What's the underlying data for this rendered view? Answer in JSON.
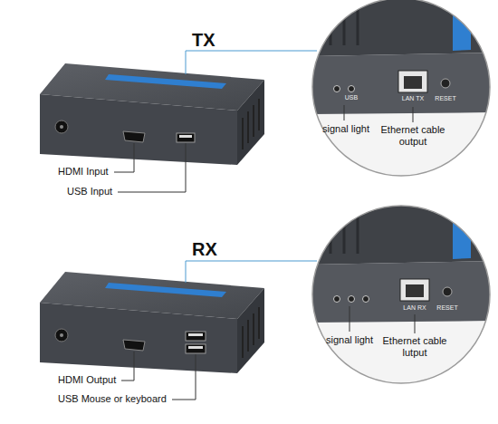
{
  "diagram": {
    "labels": [
      "TX",
      "HDMI Input",
      "USB Input",
      "USB",
      "LAN TX",
      "RESET",
      "signal light",
      "Ethernet cable output",
      "RX",
      "HDMI Output",
      "USB Mouse or keyboard",
      "LAN RX",
      "RESET",
      "signal light",
      "Ethernet cable lutput"
    ]
  }
}
